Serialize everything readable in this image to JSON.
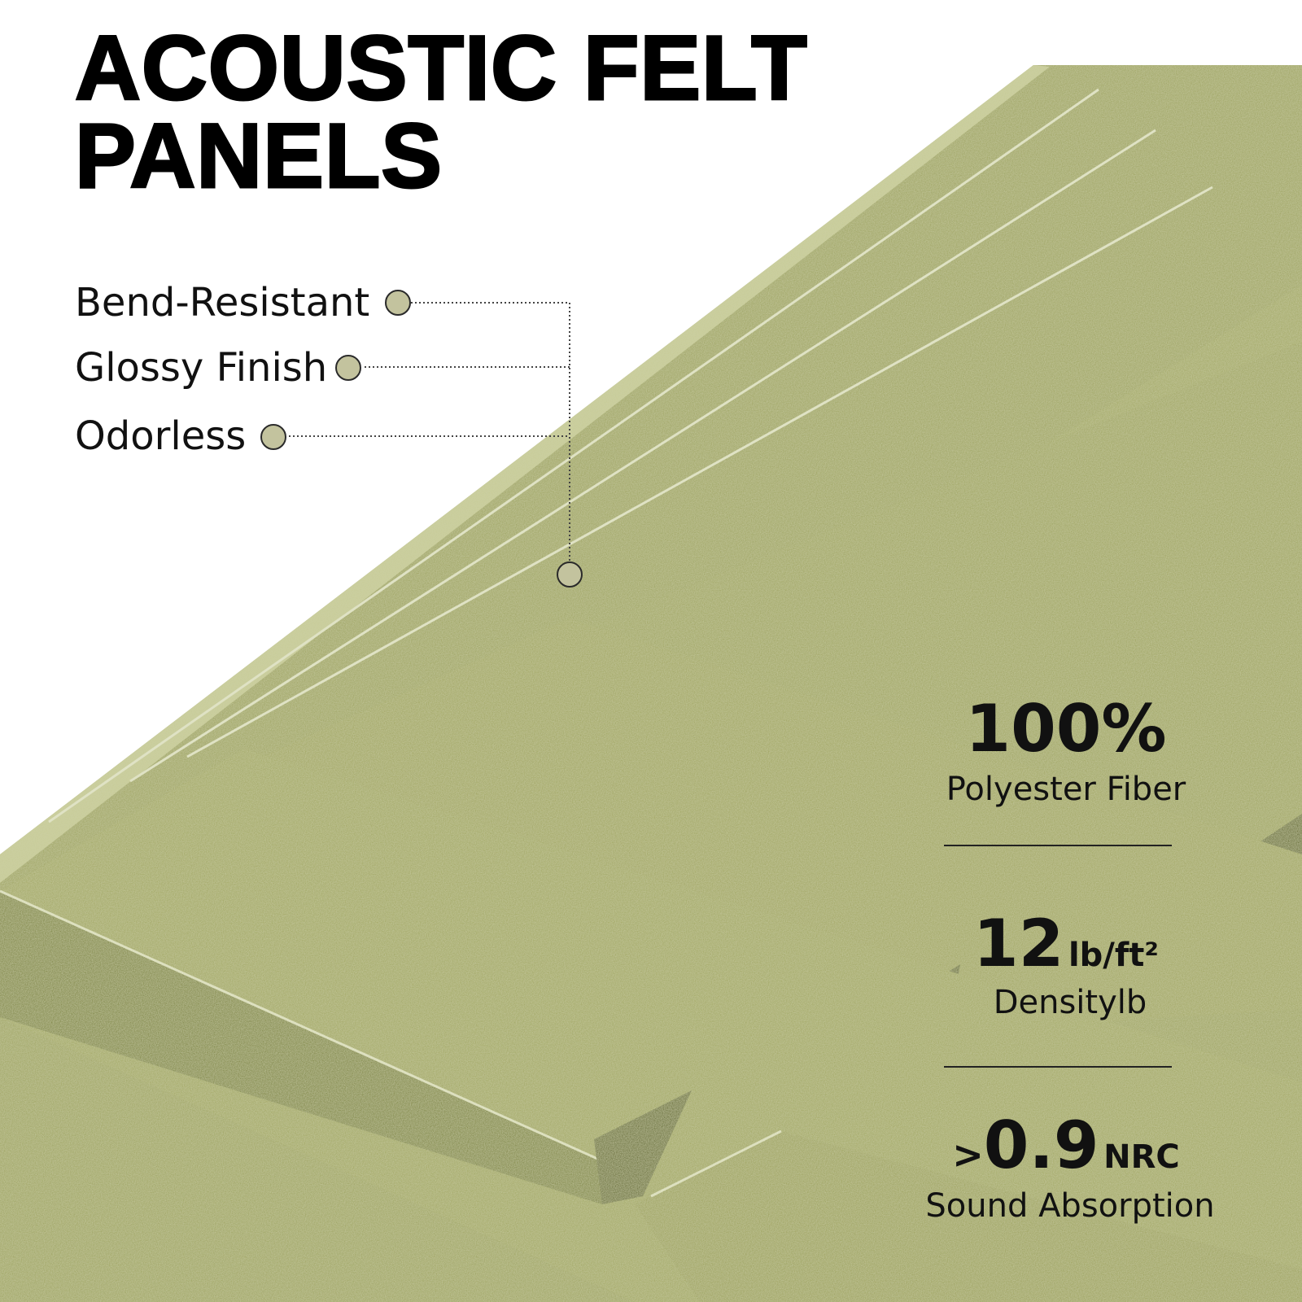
{
  "title": {
    "line1": "ACOUSTIC FELT",
    "line2": "PANELS"
  },
  "features": [
    "Bend-Resistant",
    "Glossy Finish",
    "Odorless"
  ],
  "stats": [
    {
      "value": "100%",
      "unit": "",
      "prefix": "",
      "label": "Polyester Fiber"
    },
    {
      "value": "12",
      "unit": "lb/ft²",
      "prefix": "",
      "label": "Densitylb"
    },
    {
      "value": "0.9",
      "unit": "NRC",
      "prefix": ">",
      "label": "Sound Absorption"
    }
  ],
  "colors": {
    "felt": "#9fa463",
    "felt_shadow": "#7d8449",
    "dot": "#c3c39e"
  }
}
